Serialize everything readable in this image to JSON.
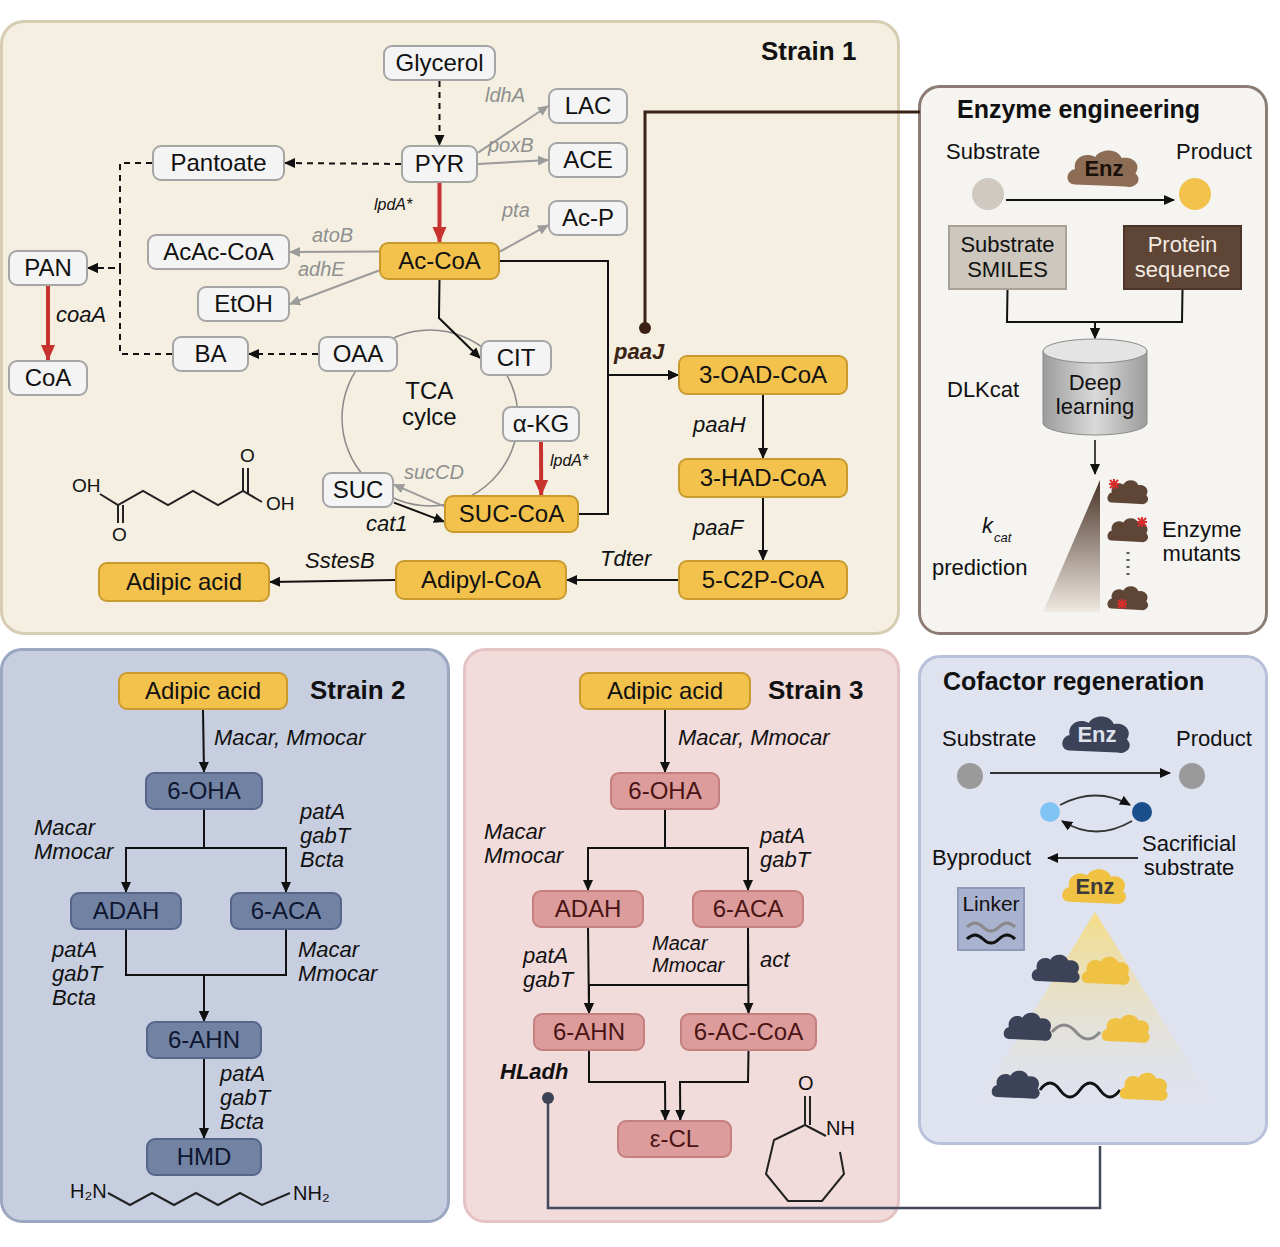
{
  "diagram": {
    "nodes": [
      {
        "text": [
          "Strain 1"
        ]
      },
      {
        "text": [
          "Glycerol"
        ],
        "in": 0
      },
      {
        "text": [
          "PYR"
        ],
        "in": 0
      },
      {
        "text": [
          "Pantoate"
        ],
        "in": 0
      },
      {
        "text": [
          "LAC"
        ],
        "in": 0
      },
      {
        "text": [
          "ACE"
        ],
        "in": 0
      },
      {
        "text": [
          "Ac-P"
        ],
        "in": 0
      },
      {
        "text": [
          "Ac-CoA"
        ],
        "in": 0
      },
      {
        "text": [
          "AcAc-CoA"
        ],
        "in": 0
      },
      {
        "text": [
          "EtOH"
        ],
        "in": 0
      },
      {
        "text": [
          "PAN"
        ],
        "in": 0
      },
      {
        "text": [
          "CoA"
        ],
        "in": 0
      },
      {
        "text": [
          "BA"
        ],
        "in": 0
      },
      {
        "text": [
          "OAA"
        ],
        "in": 0
      },
      {
        "text": [
          "CIT"
        ],
        "in": 0
      },
      {
        "text": [
          "α-KG"
        ],
        "in": 0
      },
      {
        "text": [
          "SUC"
        ],
        "in": 0
      },
      {
        "text": [
          "SUC-CoA"
        ],
        "in": 0
      },
      {
        "text": [
          "3-OAD-CoA"
        ],
        "in": 0
      },
      {
        "text": [
          "3-HAD-CoA"
        ],
        "in": 0
      },
      {
        "text": [
          "5-C2P-CoA"
        ],
        "in": 0
      },
      {
        "text": [
          "Adipyl-CoA"
        ],
        "in": 0
      },
      {
        "text": [
          "Adipic acid"
        ],
        "in": 0
      },
      {
        "text": [
          "Enzyme engineering"
        ]
      },
      {
        "text": [
          "Enz"
        ],
        "in": 23
      },
      {
        "text": [
          "Substrate SMILES"
        ],
        "in": 23
      },
      {
        "text": [
          "Protein sequence"
        ],
        "in": 23
      },
      {
        "text": [
          "Deep learning"
        ],
        "in": 23
      },
      {
        "text": [
          "Strain 2"
        ]
      },
      {
        "text": [
          "Adipic acid"
        ],
        "in": 28
      },
      {
        "text": [
          "6-OHA"
        ],
        "in": 28
      },
      {
        "text": [
          "ADAH"
        ],
        "in": 28
      },
      {
        "text": [
          "6-ACA"
        ],
        "in": 28
      },
      {
        "text": [
          "6-AHN"
        ],
        "in": 28
      },
      {
        "text": [
          "HMD"
        ],
        "in": 28
      },
      {
        "text": [
          "Strain 3"
        ]
      },
      {
        "text": [
          "Adipic acid"
        ],
        "in": 35
      },
      {
        "text": [
          "6-OHA"
        ],
        "in": 35
      },
      {
        "text": [
          "ADAH"
        ],
        "in": 35
      },
      {
        "text": [
          "6-ACA"
        ],
        "in": 35
      },
      {
        "text": [
          "6-AHN"
        ],
        "in": 35
      },
      {
        "text": [
          "6-AC-CoA"
        ],
        "in": 35
      },
      {
        "text": [
          "ε-CL"
        ],
        "in": 35
      },
      {
        "text": [
          "Cofactor regeneration"
        ]
      },
      {
        "text": [
          "Enz"
        ],
        "in": 43
      },
      {
        "text": [
          "Enz"
        ],
        "in": 43
      },
      {
        "text": [
          "Linker"
        ],
        "in": 43
      }
    ],
    "edges": [
      {
        "from": 1,
        "to": 2,
        "arrow": "to"
      },
      {
        "from": 2,
        "to": 4,
        "label": "ldhA",
        "arrow": "to"
      },
      {
        "from": 2,
        "to": 5,
        "label": "poxB",
        "arrow": "to"
      },
      {
        "from": 2,
        "to": 3,
        "arrow": "to"
      },
      {
        "from": 2,
        "to": 7,
        "label": "lpdA*",
        "arrow": "to"
      },
      {
        "from": 7,
        "to": 6,
        "label": "pta",
        "arrow": "to"
      },
      {
        "from": 7,
        "to": 8,
        "label": "atoB",
        "arrow": "to"
      },
      {
        "from": 7,
        "to": 9,
        "label": "adhE",
        "arrow": "to"
      },
      {
        "from": 3,
        "to": 10,
        "arrow": "to"
      },
      {
        "from": 12,
        "to": 10,
        "arrow": "to"
      },
      {
        "from": 10,
        "to": 11,
        "label": "coaA",
        "arrow": "to"
      },
      {
        "from": 13,
        "to": 12,
        "arrow": "to"
      },
      {
        "from": 7,
        "to": 14,
        "arrow": "to"
      },
      {
        "from": 15,
        "to": 17,
        "label": "lpdA*",
        "arrow": "to"
      },
      {
        "from": 17,
        "to": 16,
        "label": "sucCD",
        "arrow": "to"
      },
      {
        "from": 16,
        "to": 17,
        "label": "cat1",
        "arrow": "to"
      },
      {
        "from": 7,
        "to": 18,
        "label": "paaJ",
        "arrow": "to"
      },
      {
        "from": 17,
        "to": 18,
        "arrow": "to"
      },
      {
        "from": 18,
        "to": 19,
        "label": "paaH",
        "arrow": "to"
      },
      {
        "from": 19,
        "to": 20,
        "label": "paaF",
        "arrow": "to"
      },
      {
        "from": 20,
        "to": 21,
        "label": "Tdter",
        "arrow": "to"
      },
      {
        "from": 21,
        "to": 22,
        "label": "SstesB",
        "arrow": "to"
      },
      {
        "from": 25,
        "to": 27,
        "arrow": "to"
      },
      {
        "from": 26,
        "to": 27,
        "arrow": "to"
      },
      {
        "from": 29,
        "to": 30,
        "label": "Macar, Mmocar",
        "arrow": "to"
      },
      {
        "from": 30,
        "to": 31,
        "label": "Macar Mmocar",
        "arrow": "to"
      },
      {
        "from": 30,
        "to": 32,
        "label": "patA gabT Bcta",
        "arrow": "to"
      },
      {
        "from": 31,
        "to": 33,
        "label": "patA gabT Bcta",
        "arrow": "to"
      },
      {
        "from": 32,
        "to": 33,
        "label": "Macar Mmocar",
        "arrow": "to"
      },
      {
        "from": 33,
        "to": 34,
        "label": "patA gabT Bcta",
        "arrow": "to"
      },
      {
        "from": 36,
        "to": 37,
        "label": "Macar, Mmocar",
        "arrow": "to"
      },
      {
        "from": 37,
        "to": 38,
        "label": "Macar Mmocar",
        "arrow": "to"
      },
      {
        "from": 37,
        "to": 39,
        "label": "patA gabT",
        "arrow": "to"
      },
      {
        "from": 38,
        "to": 40,
        "label": "patA gabT",
        "arrow": "to"
      },
      {
        "from": 39,
        "to": 40,
        "label": "Macar Mmocar",
        "arrow": "to"
      },
      {
        "from": 39,
        "to": 41,
        "label": "act",
        "arrow": "to"
      },
      {
        "from": 40,
        "to": 42,
        "arrow": "to"
      },
      {
        "from": 41,
        "to": 42,
        "arrow": "to"
      }
    ],
    "labels": [
      "TCA cylce",
      "OH",
      "O",
      "O",
      "OH",
      "Substrate",
      "Product",
      "DLKcat",
      "k",
      "cat",
      "prediction",
      "Enzyme mutants",
      "H₂N",
      "NH₂",
      "HLadh",
      "O",
      "NH",
      "Substrate",
      "Product",
      "Byproduct",
      "Sacrificial substrate"
    ]
  }
}
